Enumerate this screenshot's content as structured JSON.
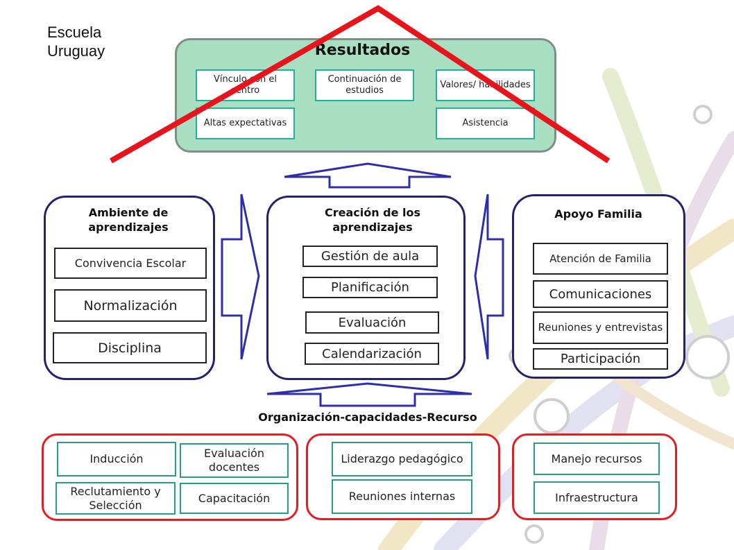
{
  "header": {
    "school_label": "Escuela\nUruguay"
  },
  "results": {
    "title": "Resultados",
    "items": [
      "Vínculo con el centro",
      "Continuación de estudios",
      "Valores/ habilidades",
      "Altas expectativas",
      "Asistencia"
    ]
  },
  "ambiente": {
    "title": "Ambiente de aprendizajes",
    "items": [
      "Convivencia Escolar",
      "Normalización",
      "Disciplina"
    ]
  },
  "creacion": {
    "title": "Creación de los aprendizajes",
    "items": [
      "Gestión de aula",
      "Planificación",
      "Evaluación",
      "Calendarización"
    ]
  },
  "apoyo": {
    "title": "Apoyo Familia",
    "items": [
      "Atención de Familia",
      "Comunicaciones",
      "Reuniones y entrevistas",
      "Participación"
    ]
  },
  "organizacion": {
    "title": "Organización-capacidades-Recurso",
    "left": [
      "Inducción",
      "Evaluación docentes",
      "Reclutamiento y Selección",
      "Capacitación"
    ],
    "center": [
      "Liderazgo pedagógico",
      "Reuniones internas"
    ],
    "right": [
      "Manejo recursos",
      "Infraestructura"
    ]
  },
  "colors": {
    "results_fill": "#a8dfc2",
    "roof": "#e8141c",
    "panel_border": "#23236d",
    "arrow": "#2e2eaa",
    "red_border": "#e01e24",
    "green_border": "#21a182"
  }
}
